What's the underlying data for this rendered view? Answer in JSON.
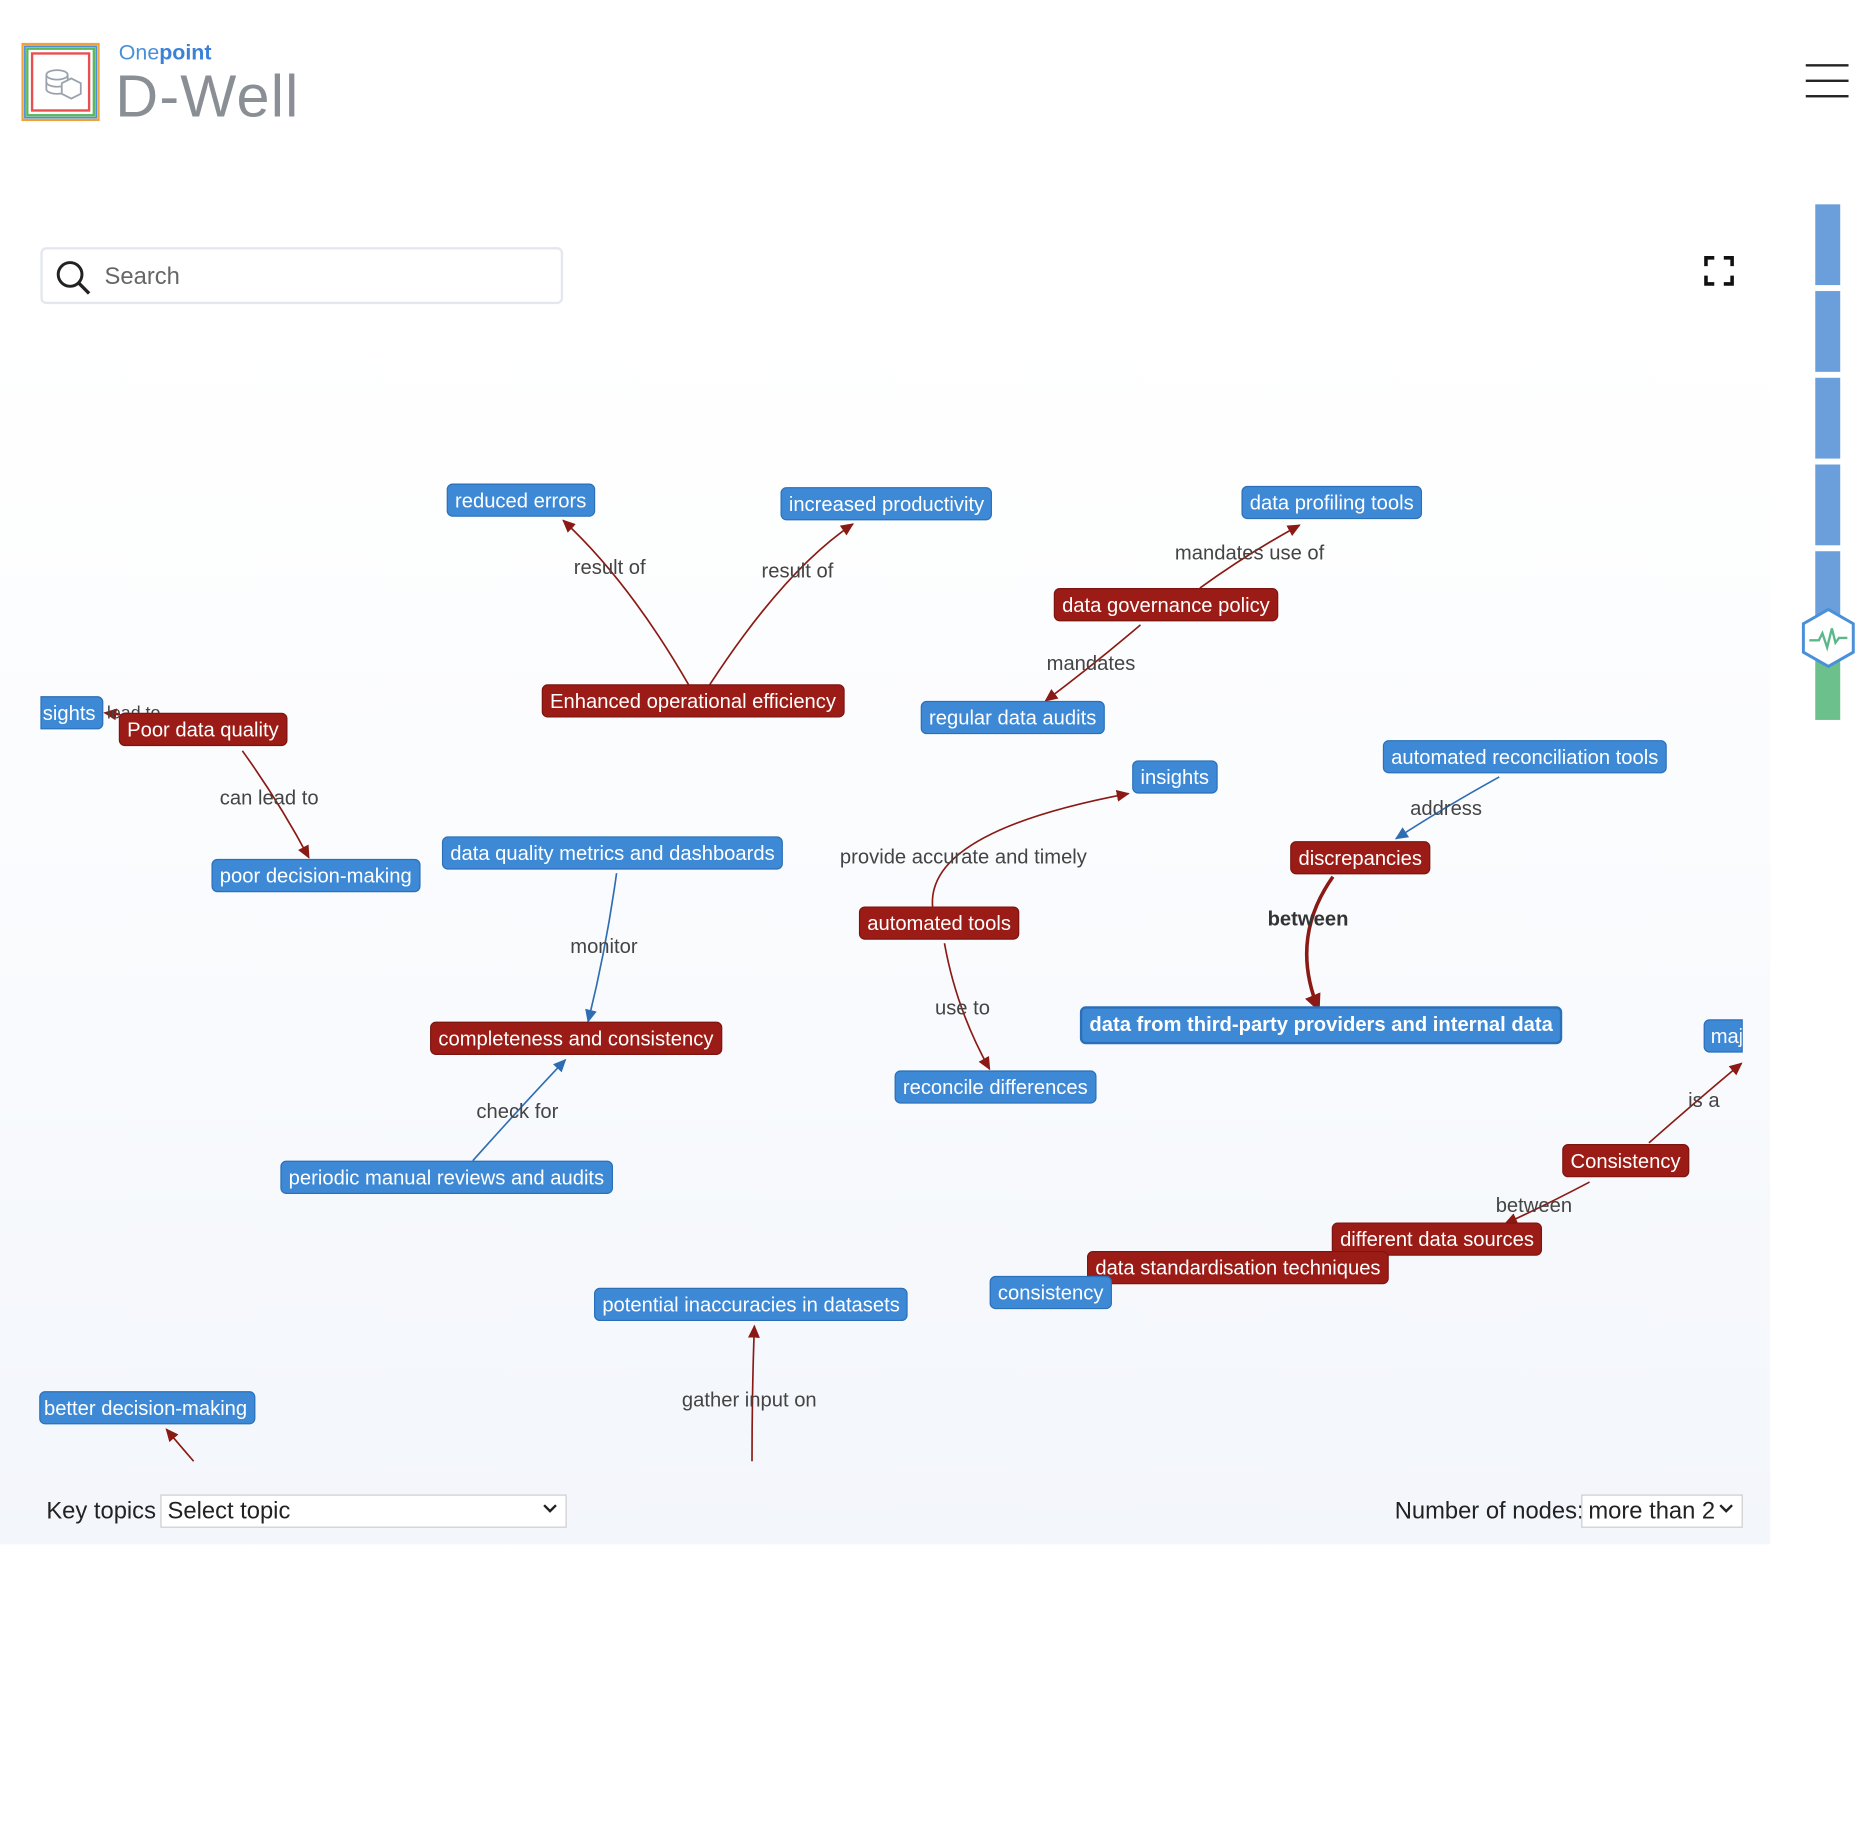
{
  "brand": {
    "prefix": "One",
    "suffix": "point",
    "product": "D-Well"
  },
  "search": {
    "placeholder": "Search",
    "value": ""
  },
  "nodes": {
    "reduced_errors": "reduced errors",
    "increased_productivity": "increased productivity",
    "data_profiling_tools": "data profiling tools",
    "data_governance_policy": "data governance policy",
    "insights_left": "sights",
    "poor_data_quality": "Poor data quality",
    "enhanced_operational_efficiency": "Enhanced operational efficiency",
    "regular_data_audits": "regular data audits",
    "insights": "insights",
    "automated_reconciliation_tools": "automated reconciliation tools",
    "poor_decision_making": "poor decision-making",
    "data_quality_metrics": "data quality metrics and dashboards",
    "discrepancies": "discrepancies",
    "automated_tools": "automated tools",
    "third_party_data": "data from third-party providers and internal data",
    "completeness_consistency": "completeness and consistency",
    "maj": "maj",
    "reconcile_differences": "reconcile differences",
    "consistency_red": "Consistency",
    "periodic_reviews": "periodic manual reviews and audits",
    "different_data_sources": "different data sources",
    "data_standardisation": "data standardisation techniques",
    "consistency_blue": "consistency",
    "potential_inaccuracies": "potential inaccuracies in datasets",
    "better_decision_making": "better decision-making"
  },
  "edges": {
    "result_of_1": "result of",
    "result_of_2": "result of",
    "mandates_use_of": "mandates use of",
    "mandates": "mandates",
    "lead_to": "lead to",
    "can_lead_to": "can lead to",
    "address": "address",
    "provide_accurate": "provide accurate and timely",
    "between_bold": "between",
    "monitor": "monitor",
    "use_to": "use to",
    "is_a": "is a",
    "check_for": "check for",
    "between_2": "between",
    "gather_input_on": "gather input on"
  },
  "footer": {
    "key_topics_label": "Key topics",
    "key_topics_value": "Select topic",
    "nodes_label": "Number of nodes:",
    "nodes_value": "more than 2"
  },
  "colors": {
    "blue_node": "#3d89d6",
    "red_node": "#9b1c16",
    "red_edge": "#8b1a14",
    "blue_edge": "#2f6db3",
    "sidebar_blue": "#6a9fdc",
    "sidebar_green": "#6cc08c"
  }
}
